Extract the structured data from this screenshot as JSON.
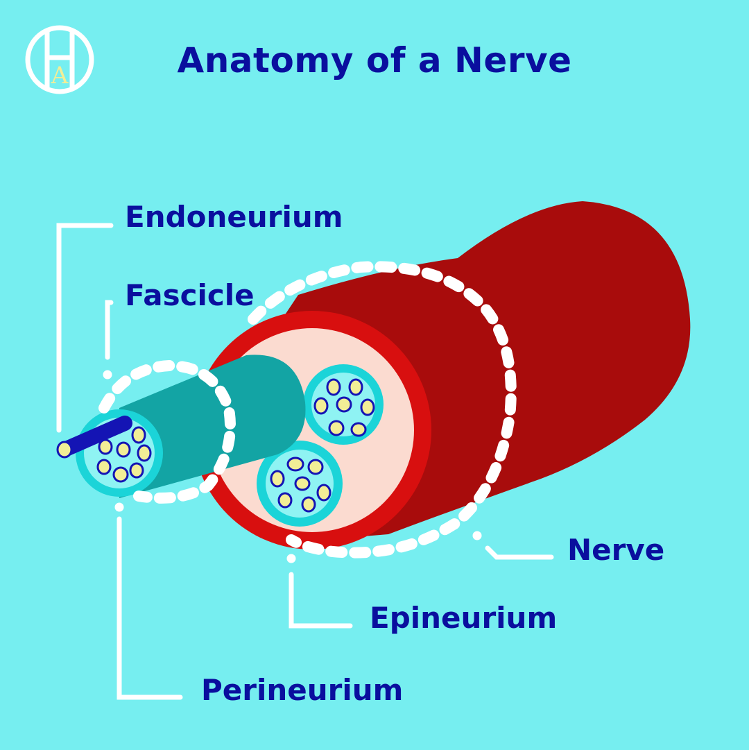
{
  "title": "Anatomy of a Nerve",
  "logo": {
    "letter": "A",
    "colors": {
      "ring": "#ffffff",
      "letter": "#f2ee96"
    }
  },
  "labels": {
    "endoneurium": "Endoneurium",
    "fascicle": "Fascicle",
    "nerve": "Nerve",
    "epineurium": "Epineurium",
    "perineurium": "Perineurium"
  },
  "colors": {
    "background": "#76eef0",
    "text": "#0a0f9e",
    "nerve_outer": "#a80c0c",
    "epineurium_ring": "#d80f0f",
    "epineurium_fill": "#fbdbd0",
    "fascicle_body": "#13a4a4",
    "fascicle_ring": "#1bd4d8",
    "fascicle_inner": "#8ff3f3",
    "axon_fill": "#f2ee96",
    "axon_outline": "#1414b4",
    "leader_lines": "#ffffff"
  }
}
